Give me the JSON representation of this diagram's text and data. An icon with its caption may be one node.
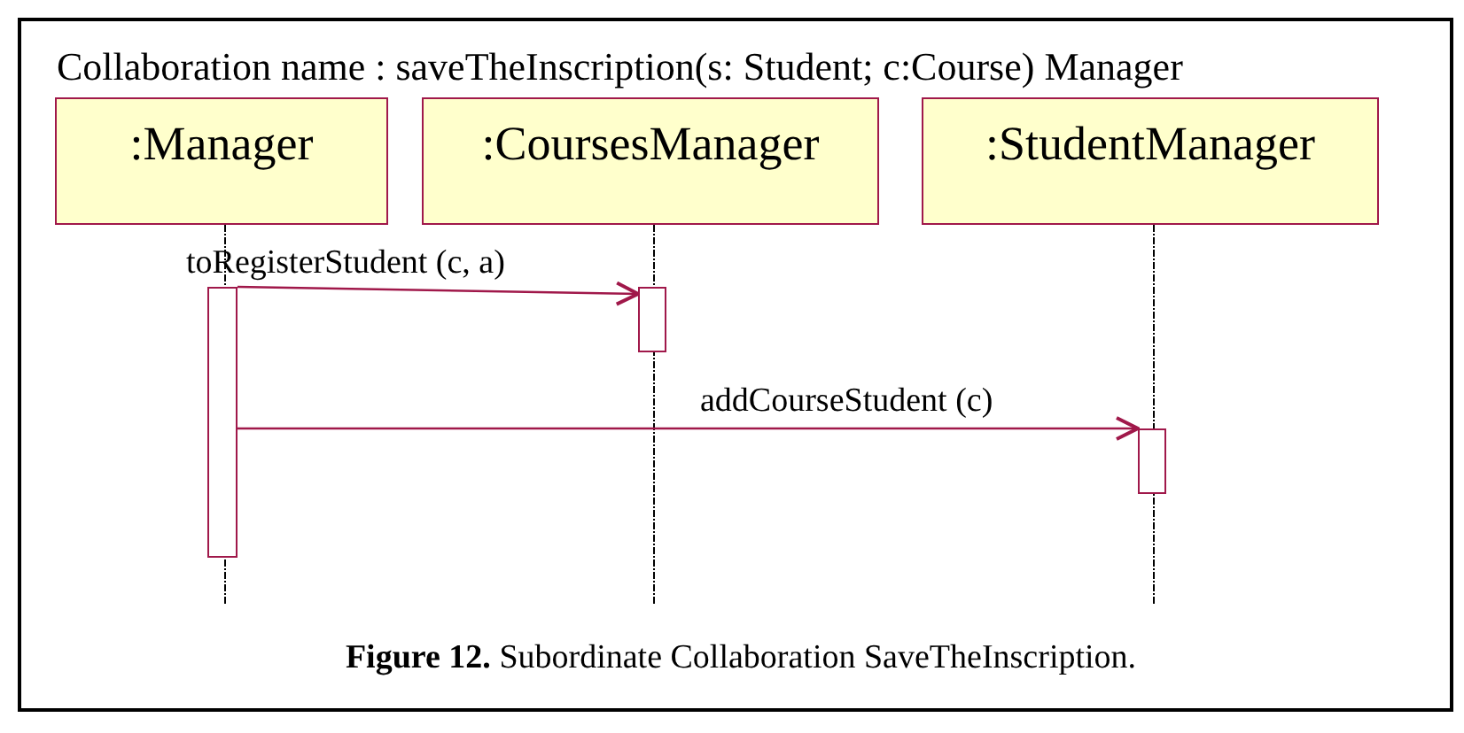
{
  "diagram": {
    "title": "Collaboration name : saveTheInscription(s: Student; c:Course) Manager",
    "caption": "**Figure 12.** Subordinate Collaboration SaveTheInscription.",
    "nodes": [
      {
        "text": [
          ":Manager"
        ]
      },
      {
        "text": [
          ":CoursesManager"
        ]
      },
      {
        "text": [
          ":StudentManager"
        ]
      },
      {
        "text": [],
        "shape": "bar"
      },
      {
        "text": [],
        "shape": "bar"
      },
      {
        "text": [],
        "shape": "bar"
      }
    ],
    "edges": [
      {
        "from": 3,
        "to": 4,
        "arrow": "to",
        "label": "toRegisterStudent (c, a)"
      },
      {
        "from": 3,
        "to": 5,
        "arrow": "to",
        "label": "addCourseStudent (c)"
      }
    ]
  }
}
